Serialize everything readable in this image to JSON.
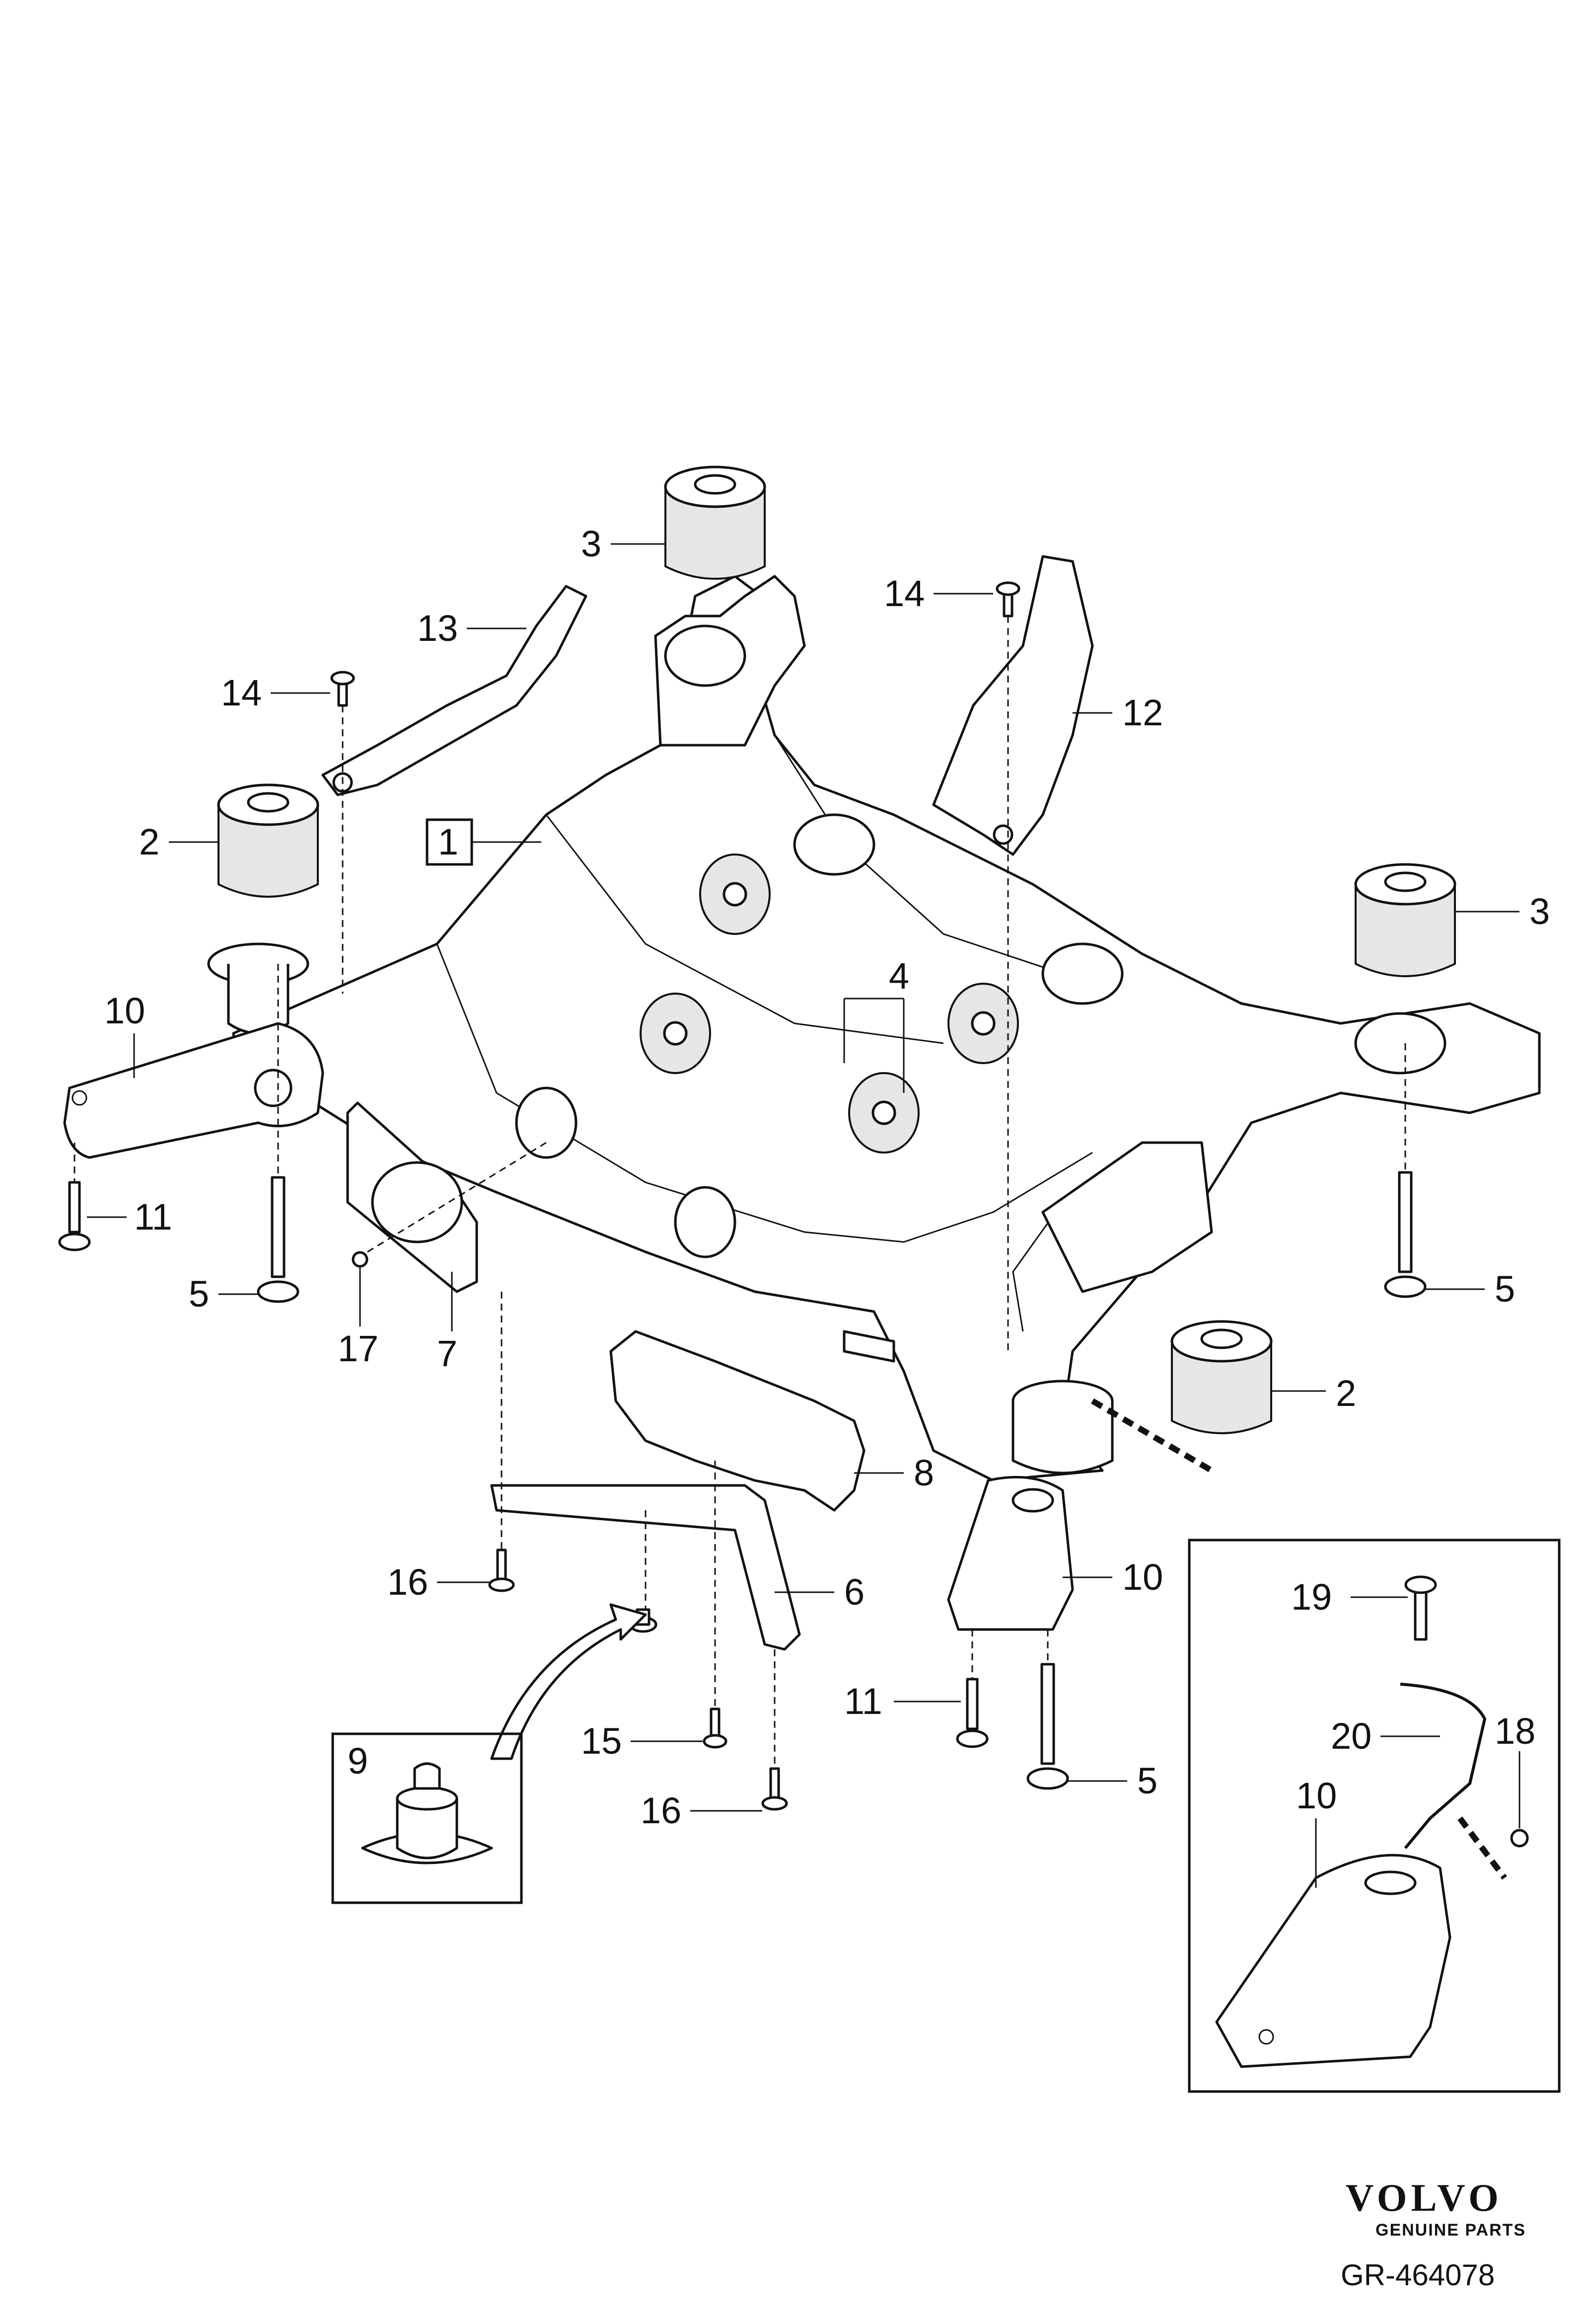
{
  "labels": {
    "l1": "1",
    "l2a": "2",
    "l2b": "2",
    "l3a": "3",
    "l3b": "3",
    "l4": "4",
    "l5a": "5",
    "l5b": "5",
    "l5c": "5",
    "l6": "6",
    "l7": "7",
    "l8": "8",
    "l9": "9",
    "l10a": "10",
    "l10b": "10",
    "l10c": "10",
    "l11a": "11",
    "l11b": "11",
    "l12": "12",
    "l13": "13",
    "l14a": "14",
    "l14b": "14",
    "l15": "15",
    "l16a": "16",
    "l16b": "16",
    "l17": "17",
    "l18": "18",
    "l19": "19",
    "l20": "20"
  },
  "brand": {
    "name": "VOLVO",
    "sub": "GENUINE PARTS"
  },
  "ref": "GR-464078"
}
